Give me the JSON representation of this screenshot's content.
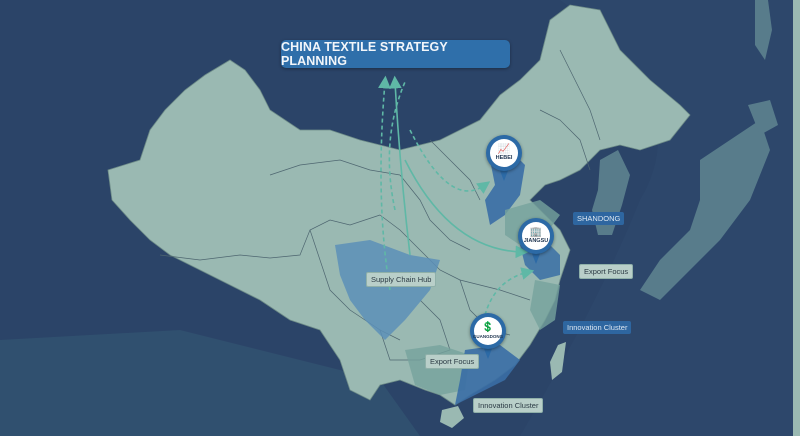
{
  "title": "CHINA TEXTILE STRATEGY PLANNING",
  "colors": {
    "ocean": "#2b4468",
    "land": "#9ab9b2",
    "highlight_region": "#3a6ea5",
    "banner": "#2f6faa",
    "arrow": "#5fb8a6",
    "neighbor_land": "#5a7f8c"
  },
  "pins": [
    {
      "name": "HEBEI",
      "icon": "growth-chart-icon",
      "glyph": "📈"
    },
    {
      "name": "JIANGSU",
      "icon": "buildings-icon",
      "glyph": "🏢"
    },
    {
      "name": "GUANGDONG",
      "icon": "hand-money-icon",
      "glyph": "💲"
    }
  ],
  "labels": {
    "shandong": "SHANDONG",
    "supply_chain_hub": "Supply Chain Hub",
    "export_focus_east": "Export Focus",
    "innovation_cluster_east": "Innovation Cluster",
    "export_focus_south": "Export Focus",
    "innovation_cluster_south": "Innovation Cluster"
  }
}
